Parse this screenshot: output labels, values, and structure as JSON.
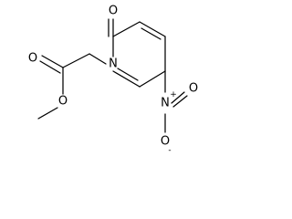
{
  "molecule": {
    "atoms": {
      "n_ring": "N",
      "o_carbonyl_ring": "O",
      "o_ester_carbonyl": "O",
      "o_ester_ether": "O",
      "n_nitro": "N",
      "n_nitro_charge": "+",
      "o_nitro_top": "O",
      "o_nitro_bottom": "O",
      "o_nitro_charge": "-"
    }
  }
}
